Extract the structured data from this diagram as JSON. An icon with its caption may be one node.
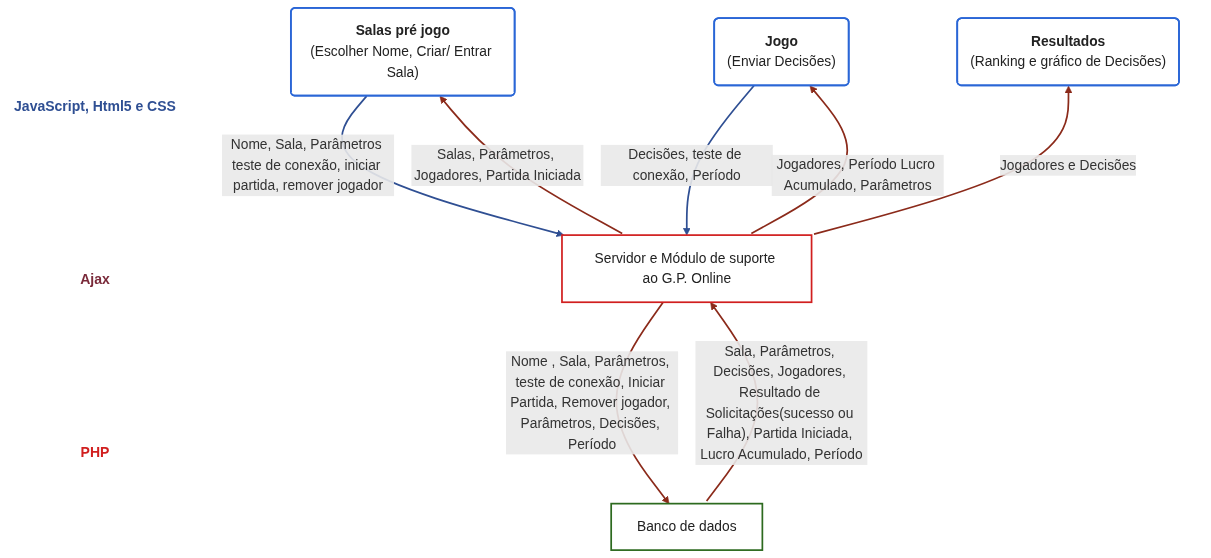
{
  "diagram": {
    "nodes": [
      {
        "text": [
          "Salas pré jogo",
          "(Escolher Nome, Criar/ Entrar Sala)"
        ]
      },
      {
        "text": [
          "Jogo",
          "(Enviar Decisões)"
        ]
      },
      {
        "text": [
          "Resultados",
          "(Ranking e gráfico de Decisões)"
        ]
      },
      {
        "text": [
          "Servidor e Módulo de suporte ao G.P. Online"
        ]
      },
      {
        "text": [
          "Banco de dados"
        ]
      }
    ],
    "edges": [
      {
        "from": 0,
        "to": 3,
        "arrow": "to",
        "label": "Nome, Sala, Parâmetros teste de conexão, iniciar partida, remover jogador",
        "color": "#2f4f93"
      },
      {
        "from": 3,
        "to": 0,
        "arrow": "to",
        "label": "Salas, Parâmetros, Jogadores, Partida Iniciada"
      },
      {
        "from": 1,
        "to": 3,
        "arrow": "to",
        "label": "Decisões, teste de conexão, Período",
        "color": "#2f4f93"
      },
      {
        "from": 3,
        "to": 1,
        "arrow": "to",
        "label": "Jogadores, Período Lucro Acumulado, Parâmetros"
      },
      {
        "from": 3,
        "to": 2,
        "arrow": "to",
        "label": "Jogadores e Decisões"
      },
      {
        "from": 3,
        "to": 4,
        "arrow": "to",
        "label": "Nome , Sala, Parâmetros, teste de conexão, Iniciar Partida, Remover jogador, Parâmetros, Decisões, Período"
      },
      {
        "from": 4,
        "to": 3,
        "arrow": "to",
        "label": "Sala, Parâmetros, Decisões, Jogadores, Resultado de Solicitações(sucesso ou Falha), Partida Iniciada, Lucro Acumulado, Período"
      }
    ],
    "labels": [
      "JavaScript, Html5 e CSS",
      "Ajax",
      "PHP"
    ]
  }
}
